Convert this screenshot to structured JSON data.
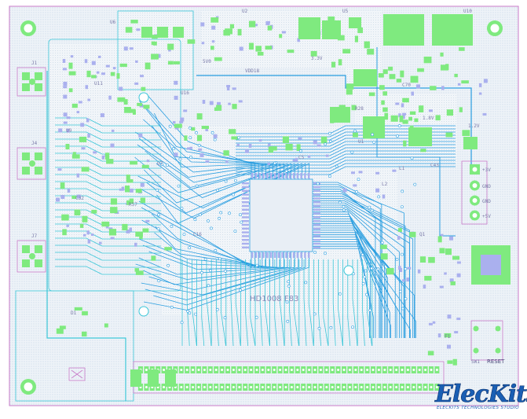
{
  "board": {
    "ic_text": "HD1008 F83",
    "power_labels": [
      "+3V",
      "GND",
      "GND",
      "+5V"
    ],
    "reset_label": "RESET",
    "reset_ref": "SW1",
    "rail_label_top": "5V0",
    "rail_label_33": "3.3V",
    "rail_label_18": "1.8V",
    "rail_label_12": "1.2V",
    "rail_label_vdd": "VDD18",
    "connector_j1": "J1",
    "connector_j4": "J4",
    "connector_j7": "J7",
    "refdes": [
      "U6",
      "U2",
      "U5",
      "U10",
      "U11",
      "U16",
      "U9",
      "U7",
      "U1",
      "L1",
      "L2",
      "D1",
      "Q1",
      "F1",
      "C16",
      "C5",
      "C70",
      "R28",
      "R57",
      "C32",
      "C43"
    ]
  },
  "brand": {
    "name": "ElecKits",
    "tagline": "ELECKITS TECHNOLOGIES STUDIO"
  },
  "colors": {
    "background": "#ffffff",
    "copper_fill": "#dfeaf4",
    "pad": "#7fea7f",
    "smd": "#aab0ee",
    "trace_top": "#2a9ee0",
    "trace_bottom": "#3bc6d8",
    "silk": "#7a7aa8",
    "outline": "#c87ac8",
    "brand": "#1a5fb4"
  }
}
